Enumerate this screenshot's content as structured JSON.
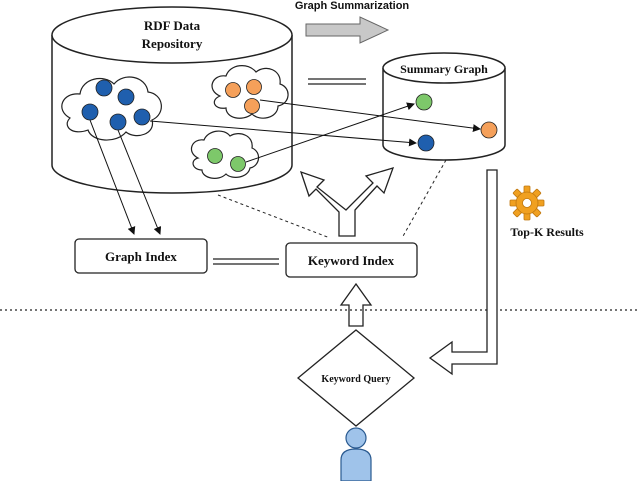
{
  "diagram": {
    "rdf_repository_label_line1": "RDF Data",
    "rdf_repository_label_line2": "Repository",
    "summary_graph_label": "Summary Graph",
    "graph_summarization_label": "Graph Summarization",
    "graph_index_label": "Graph Index",
    "keyword_index_label": "Keyword Index",
    "keyword_query_label": "Keyword Query",
    "top_k_results_label": "Top-K Results",
    "icons": [
      "gear-icon",
      "user-icon"
    ],
    "colors": {
      "blue": "#1f5fae",
      "orange": "#f5a05a",
      "green": "#7dc86a",
      "user": "#9fc3ea",
      "gear": "#f0a020",
      "arrow_fill": "#c8c8c8"
    }
  }
}
